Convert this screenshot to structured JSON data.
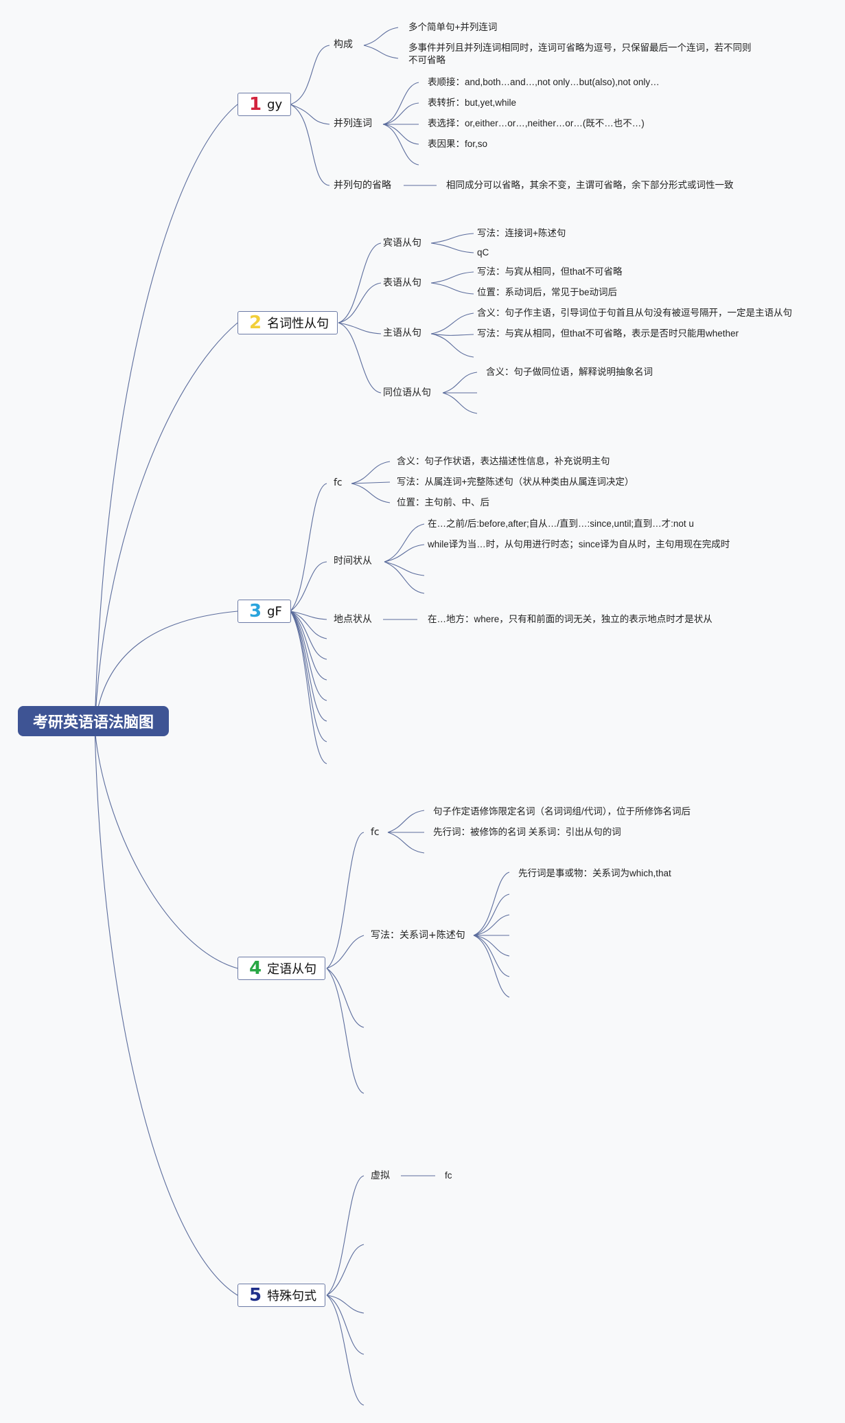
{
  "root": "考研英语语法脑图",
  "branches": [
    {
      "num": "1",
      "color": "#d2243d",
      "label": "gy"
    },
    {
      "num": "2",
      "color": "#f2cf3a",
      "label": "名词性从句"
    },
    {
      "num": "3",
      "color": "#2aa4dc",
      "label": "gF"
    },
    {
      "num": "4",
      "color": "#28a744",
      "label": "定语从句"
    },
    {
      "num": "5",
      "color": "#1f2f8a",
      "label": "特殊句式"
    }
  ],
  "b1": {
    "gouchen": "构成",
    "gouchen_items": [
      "多个简单句+并列连词",
      "多事件并列且并列连词相同时，连词可省略为逗号，只保留最后一个连词，若不同则不可省略"
    ],
    "lianci": "并列连词",
    "lianci_items": [
      "表顺接：and,both…and…,not only…but(also),not only…",
      "表转折：but,yet,while",
      "表选择：or,either…or…,neither…or…(既不…也不…)",
      "表因果：for,so"
    ],
    "shenglue": "并列句的省略",
    "shenglue_item": "相同成分可以省略，其余不变，主谓可省略，余下部分形式或词性一致"
  },
  "b2": {
    "binyu": "宾语从句",
    "binyu_items": [
      "写法：连接词+陈述句",
      "qC"
    ],
    "biaoyu": "表语从句",
    "biaoyu_items": [
      "写法：与宾从相同，但that不可省略",
      "位置：系动词后，常见于be动词后"
    ],
    "zhuyu": "主语从句",
    "zhuyu_items": [
      "含义：句子作主语，引导词位于句首且从句没有被逗号隔开，一定是主语从句",
      "写法：与宾从相同，但that不可省略，表示是否时只能用whether"
    ],
    "tongwei": "同位语从句",
    "tongwei_items": [
      "含义：句子做同位语，解释说明抽象名词"
    ]
  },
  "b3": {
    "fc": "fc",
    "fc_items": [
      "含义：句子作状语，表达描述性信息，补充说明主句",
      "写法：从属连词+完整陈述句（状从种类由从属连词决定）",
      "位置：主句前、中、后"
    ],
    "shijian": "时间状从",
    "shijian_items": [
      "在…之前/后:before,after;自从…/直到…:since,until;直到…才:not u",
      "while译为当…时，从句用进行时态；since译为自从时，主句用现在完成时"
    ],
    "didian": "地点状从",
    "didian_item": "在…地方：where，只有和前面的词无关，独立的表示地点时才是状从"
  },
  "b4": {
    "fc": "fc",
    "fc_items": [
      "句子作定语修饰限定名词（名词词组/代词），位于所修饰名词后",
      "先行词：被修饰的名词 关系词：引出从句的词"
    ],
    "xiefa": "写法：关系词+陈述句",
    "xiefa_items": [
      "先行词是事或物：关系词为which,that"
    ]
  },
  "b5": {
    "xuni": "虚拟",
    "xuni_item": "fc"
  },
  "colors": {
    "line": "#5b6c9c",
    "root_bg": "#3e5494"
  }
}
